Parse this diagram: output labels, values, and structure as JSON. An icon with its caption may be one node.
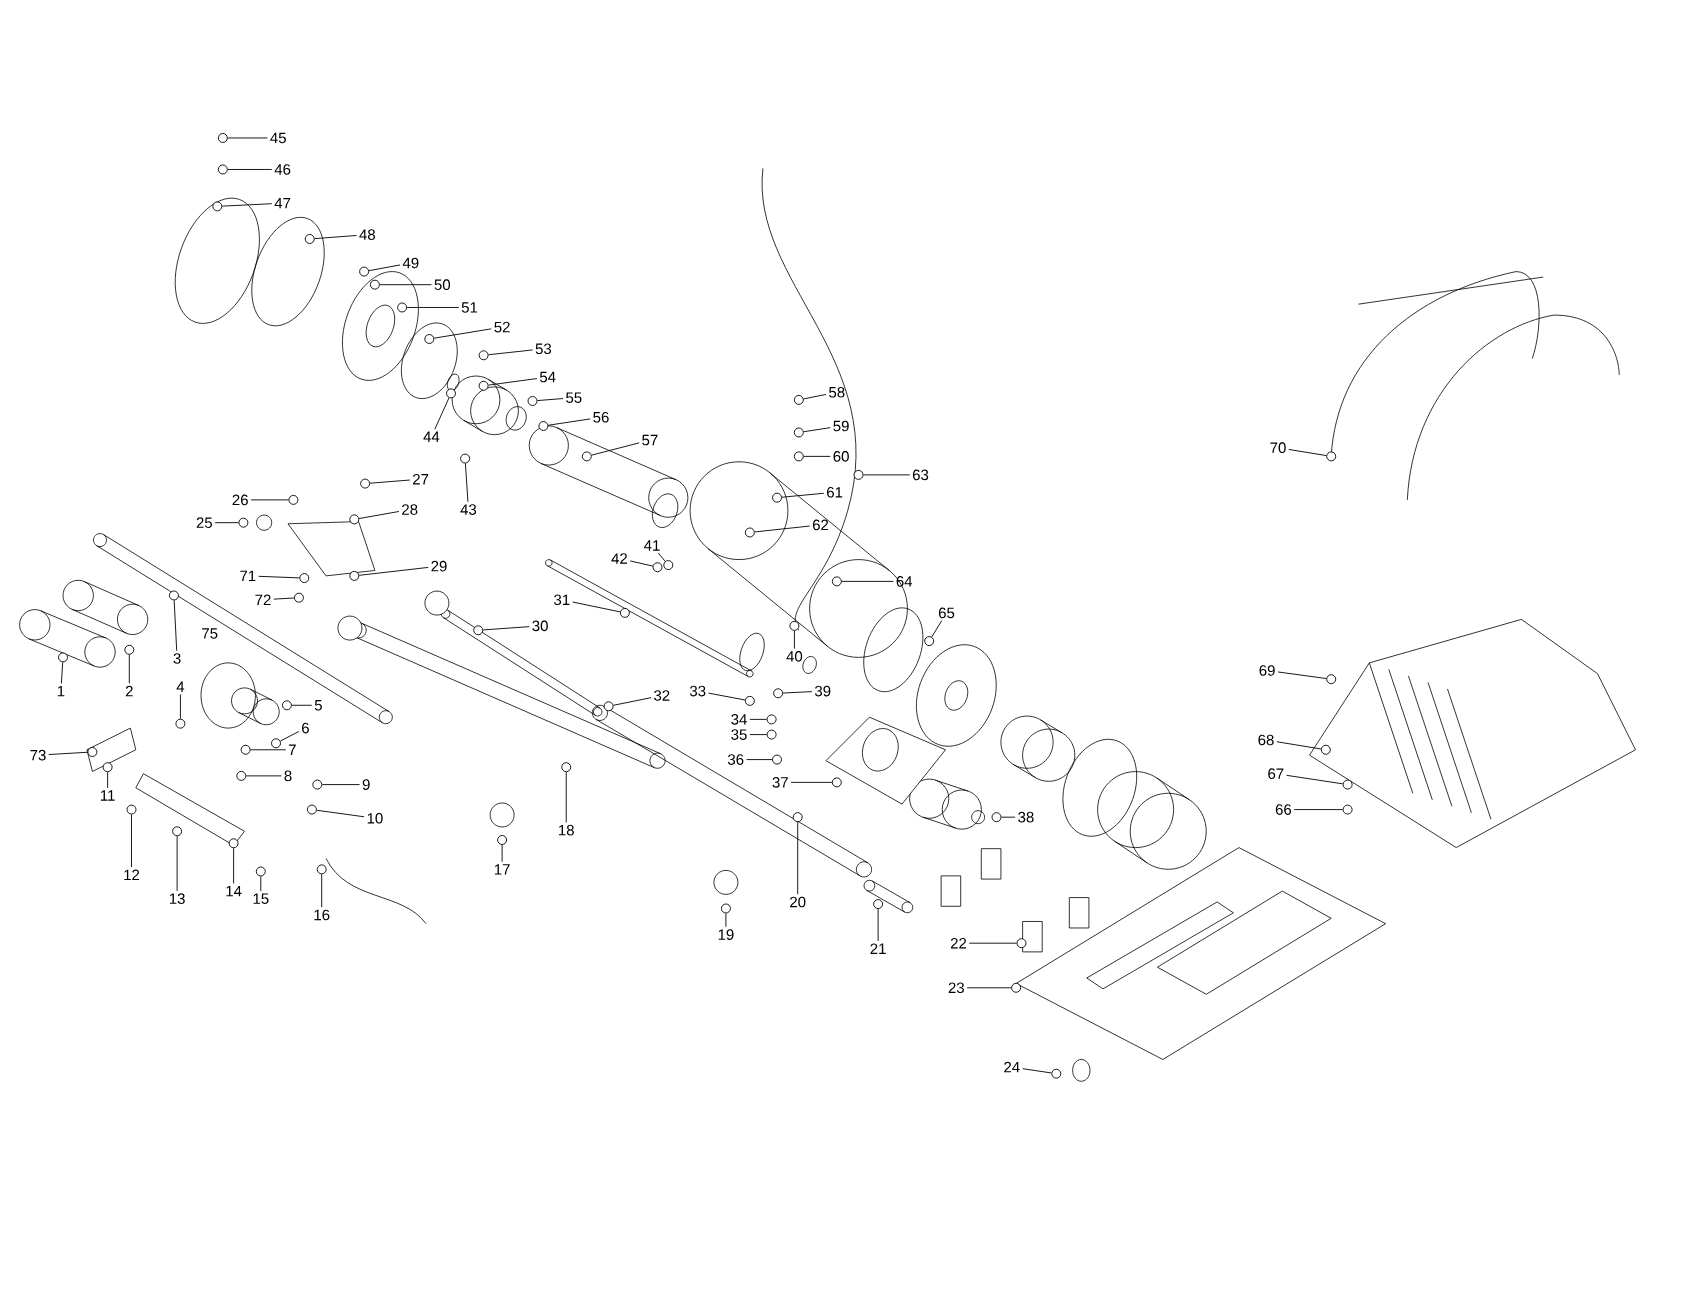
{
  "diagram": {
    "nodes": [
      {
        "text": [
          "1"
        ]
      },
      {
        "text": [
          "2"
        ]
      },
      {
        "text": [
          "3"
        ]
      },
      {
        "text": [
          "4"
        ]
      },
      {
        "text": [
          "5"
        ]
      },
      {
        "text": [
          "6"
        ]
      },
      {
        "text": [
          "7"
        ]
      },
      {
        "text": [
          "8"
        ]
      },
      {
        "text": [
          "9"
        ]
      },
      {
        "text": [
          "10"
        ]
      },
      {
        "text": [
          "11"
        ]
      },
      {
        "text": [
          "12"
        ]
      },
      {
        "text": [
          "13"
        ]
      },
      {
        "text": [
          "14"
        ]
      },
      {
        "text": [
          "15"
        ]
      },
      {
        "text": [
          "16"
        ]
      },
      {
        "text": [
          "17"
        ]
      },
      {
        "text": [
          "18"
        ]
      },
      {
        "text": [
          "19"
        ]
      },
      {
        "text": [
          "20"
        ]
      },
      {
        "text": [
          "21"
        ]
      },
      {
        "text": [
          "22"
        ]
      },
      {
        "text": [
          "23"
        ]
      },
      {
        "text": [
          "24"
        ]
      },
      {
        "text": [
          "25"
        ]
      },
      {
        "text": [
          "26"
        ]
      },
      {
        "text": [
          "27"
        ]
      },
      {
        "text": [
          "28"
        ]
      },
      {
        "text": [
          "29"
        ]
      },
      {
        "text": [
          "30"
        ]
      },
      {
        "text": [
          "31"
        ]
      },
      {
        "text": [
          "32"
        ]
      },
      {
        "text": [
          "33"
        ]
      },
      {
        "text": [
          "34"
        ]
      },
      {
        "text": [
          "35"
        ]
      },
      {
        "text": [
          "36"
        ]
      },
      {
        "text": [
          "37"
        ]
      },
      {
        "text": [
          "38"
        ]
      },
      {
        "text": [
          "39"
        ]
      },
      {
        "text": [
          "40"
        ]
      },
      {
        "text": [
          "41"
        ]
      },
      {
        "text": [
          "42"
        ]
      },
      {
        "text": [
          "43"
        ]
      },
      {
        "text": [
          "44"
        ]
      },
      {
        "text": [
          "45"
        ]
      },
      {
        "text": [
          "46"
        ]
      },
      {
        "text": [
          "47"
        ]
      },
      {
        "text": [
          "48"
        ]
      },
      {
        "text": [
          "49"
        ]
      },
      {
        "text": [
          "50"
        ]
      },
      {
        "text": [
          "51"
        ]
      },
      {
        "text": [
          "52"
        ]
      },
      {
        "text": [
          "53"
        ]
      },
      {
        "text": [
          "54"
        ]
      },
      {
        "text": [
          "55"
        ]
      },
      {
        "text": [
          "56"
        ]
      },
      {
        "text": [
          "57"
        ]
      },
      {
        "text": [
          "58"
        ]
      },
      {
        "text": [
          "59"
        ]
      },
      {
        "text": [
          "60"
        ]
      },
      {
        "text": [
          "61"
        ]
      },
      {
        "text": [
          "62"
        ]
      },
      {
        "text": [
          "63"
        ]
      },
      {
        "text": [
          "64"
        ]
      },
      {
        "text": [
          "65"
        ]
      },
      {
        "text": [
          "66"
        ]
      },
      {
        "text": [
          "67"
        ]
      },
      {
        "text": [
          "68"
        ]
      },
      {
        "text": [
          "69"
        ]
      },
      {
        "text": [
          "70"
        ]
      },
      {
        "text": [
          "71"
        ]
      },
      {
        "text": [
          "72"
        ]
      },
      {
        "text": [
          "73"
        ]
      },
      {
        "text": [
          "75"
        ]
      },
      {
        "text": [],
        "shape": "circle"
      },
      {
        "text": [],
        "shape": "circle"
      },
      {
        "text": [],
        "shape": "circle"
      },
      {
        "text": [],
        "shape": "circle"
      },
      {
        "text": [],
        "shape": "circle"
      },
      {
        "text": [],
        "shape": "circle"
      },
      {
        "text": [],
        "shape": "circle"
      },
      {
        "text": [],
        "shape": "circle"
      },
      {
        "text": [],
        "shape": "circle"
      },
      {
        "text": [],
        "shape": "circle"
      },
      {
        "text": [],
        "shape": "circle"
      },
      {
        "text": [],
        "shape": "circle"
      },
      {
        "text": [],
        "shape": "circle"
      },
      {
        "text": [],
        "shape": "circle"
      },
      {
        "text": [],
        "shape": "circle"
      },
      {
        "text": [],
        "shape": "circle"
      },
      {
        "text": [],
        "shape": "circle"
      },
      {
        "text": [],
        "shape": "circle"
      },
      {
        "text": [],
        "shape": "circle"
      },
      {
        "text": [],
        "shape": "circle"
      },
      {
        "text": [],
        "shape": "circle"
      },
      {
        "text": [],
        "shape": "circle"
      },
      {
        "text": [],
        "shape": "circle"
      },
      {
        "text": [],
        "shape": "circle"
      },
      {
        "text": [],
        "shape": "circle"
      },
      {
        "text": [],
        "shape": "circle"
      },
      {
        "text": [],
        "shape": "circle"
      },
      {
        "text": [],
        "shape": "circle"
      },
      {
        "text": [],
        "shape": "circle"
      },
      {
        "text": [],
        "shape": "circle"
      },
      {
        "text": [],
        "shape": "circle"
      },
      {
        "text": [],
        "shape": "circle"
      },
      {
        "text": [],
        "shape": "circle"
      },
      {
        "text": [],
        "shape": "circle"
      },
      {
        "text": [],
        "shape": "circle"
      },
      {
        "text": [],
        "shape": "circle"
      },
      {
        "text": [],
        "shape": "circle"
      },
      {
        "text": [],
        "shape": "circle"
      },
      {
        "text": [],
        "shape": "circle"
      },
      {
        "text": [],
        "shape": "circle"
      },
      {
        "text": [],
        "shape": "circle"
      },
      {
        "text": [],
        "shape": "circle"
      },
      {
        "text": [],
        "shape": "circle"
      },
      {
        "text": [],
        "shape": "circle"
      },
      {
        "text": [],
        "shape": "circle"
      },
      {
        "text": [],
        "shape": "circle"
      },
      {
        "text": [],
        "shape": "circle"
      },
      {
        "text": [],
        "shape": "circle"
      },
      {
        "text": [],
        "shape": "circle"
      },
      {
        "text": [],
        "shape": "circle"
      },
      {
        "text": [],
        "shape": "circle"
      },
      {
        "text": [],
        "shape": "circle"
      },
      {
        "text": [],
        "shape": "circle"
      },
      {
        "text": [],
        "shape": "circle"
      },
      {
        "text": [],
        "shape": "circle"
      },
      {
        "text": [],
        "shape": "circle"
      },
      {
        "text": [],
        "shape": "circle"
      },
      {
        "text": [],
        "shape": "circle"
      },
      {
        "text": [],
        "shape": "circle"
      },
      {
        "text": [],
        "shape": "circle"
      },
      {
        "text": [],
        "shape": "circle"
      },
      {
        "text": [],
        "shape": "circle"
      },
      {
        "text": [],
        "shape": "circle"
      },
      {
        "text": [],
        "shape": "circle"
      },
      {
        "text": [],
        "shape": "circle"
      },
      {
        "text": [],
        "shape": "circle"
      },
      {
        "text": [],
        "shape": "circle"
      },
      {
        "text": [],
        "shape": "circle"
      },
      {
        "text": [],
        "shape": "circle"
      },
      {
        "text": [],
        "shape": "circle"
      },
      {
        "text": [],
        "shape": "circle"
      },
      {
        "text": [],
        "shape": "circle"
      },
      {
        "text": [],
        "shape": "circle"
      }
    ],
    "edges": [
      {
        "from": 0,
        "to": 74,
        "arrow": "none"
      },
      {
        "from": 1,
        "to": 75,
        "arrow": "none"
      },
      {
        "from": 2,
        "to": 76,
        "arrow": "none"
      },
      {
        "from": 3,
        "to": 77,
        "arrow": "none"
      },
      {
        "from": 4,
        "to": 78,
        "arrow": "none"
      },
      {
        "from": 5,
        "to": 79,
        "arrow": "none"
      },
      {
        "from": 6,
        "to": 80,
        "arrow": "none"
      },
      {
        "from": 7,
        "to": 81,
        "arrow": "none"
      },
      {
        "from": 8,
        "to": 82,
        "arrow": "none"
      },
      {
        "from": 9,
        "to": 83,
        "arrow": "none"
      },
      {
        "from": 10,
        "to": 84,
        "arrow": "none"
      },
      {
        "from": 11,
        "to": 85,
        "arrow": "none"
      },
      {
        "from": 12,
        "to": 86,
        "arrow": "none"
      },
      {
        "from": 13,
        "to": 87,
        "arrow": "none"
      },
      {
        "from": 14,
        "to": 88,
        "arrow": "none"
      },
      {
        "from": 15,
        "to": 89,
        "arrow": "none"
      },
      {
        "from": 16,
        "to": 90,
        "arrow": "none"
      },
      {
        "from": 17,
        "to": 91,
        "arrow": "none"
      },
      {
        "from": 18,
        "to": 92,
        "arrow": "none"
      },
      {
        "from": 19,
        "to": 93,
        "arrow": "none"
      },
      {
        "from": 20,
        "to": 94,
        "arrow": "none"
      },
      {
        "from": 21,
        "to": 95,
        "arrow": "none"
      },
      {
        "from": 22,
        "to": 96,
        "arrow": "none"
      },
      {
        "from": 23,
        "to": 97,
        "arrow": "none"
      },
      {
        "from": 24,
        "to": 98,
        "arrow": "none"
      },
      {
        "from": 25,
        "to": 99,
        "arrow": "none"
      },
      {
        "from": 26,
        "to": 100,
        "arrow": "none"
      },
      {
        "from": 27,
        "to": 101,
        "arrow": "none"
      },
      {
        "from": 28,
        "to": 102,
        "arrow": "none"
      },
      {
        "from": 29,
        "to": 103,
        "arrow": "none"
      },
      {
        "from": 30,
        "to": 104,
        "arrow": "none"
      },
      {
        "from": 31,
        "to": 105,
        "arrow": "none"
      },
      {
        "from": 32,
        "to": 106,
        "arrow": "none"
      },
      {
        "from": 33,
        "to": 107,
        "arrow": "none"
      },
      {
        "from": 34,
        "to": 108,
        "arrow": "none"
      },
      {
        "from": 35,
        "to": 109,
        "arrow": "none"
      },
      {
        "from": 36,
        "to": 110,
        "arrow": "none"
      },
      {
        "from": 37,
        "to": 111,
        "arrow": "none"
      },
      {
        "from": 38,
        "to": 112,
        "arrow": "none"
      },
      {
        "from": 39,
        "to": 113,
        "arrow": "none"
      },
      {
        "from": 40,
        "to": 114,
        "arrow": "none"
      },
      {
        "from": 41,
        "to": 115,
        "arrow": "none"
      },
      {
        "from": 42,
        "to": 116,
        "arrow": "none"
      },
      {
        "from": 43,
        "to": 117,
        "arrow": "none"
      },
      {
        "from": 44,
        "to": 118,
        "arrow": "none"
      },
      {
        "from": 45,
        "to": 119,
        "arrow": "none"
      },
      {
        "from": 46,
        "to": 120,
        "arrow": "none"
      },
      {
        "from": 47,
        "to": 121,
        "arrow": "none"
      },
      {
        "from": 48,
        "to": 122,
        "arrow": "none"
      },
      {
        "from": 49,
        "to": 123,
        "arrow": "none"
      },
      {
        "from": 50,
        "to": 124,
        "arrow": "none"
      },
      {
        "from": 51,
        "to": 125,
        "arrow": "none"
      },
      {
        "from": 52,
        "to": 126,
        "arrow": "none"
      },
      {
        "from": 53,
        "to": 127,
        "arrow": "none"
      },
      {
        "from": 54,
        "to": 128,
        "arrow": "none"
      },
      {
        "from": 55,
        "to": 129,
        "arrow": "none"
      },
      {
        "from": 56,
        "to": 130,
        "arrow": "none"
      },
      {
        "from": 57,
        "to": 131,
        "arrow": "none"
      },
      {
        "from": 58,
        "to": 132,
        "arrow": "none"
      },
      {
        "from": 59,
        "to": 133,
        "arrow": "none"
      },
      {
        "from": 60,
        "to": 134,
        "arrow": "none"
      },
      {
        "from": 61,
        "to": 135,
        "arrow": "none"
      },
      {
        "from": 62,
        "to": 136,
        "arrow": "none"
      },
      {
        "from": 63,
        "to": 137,
        "arrow": "none"
      },
      {
        "from": 64,
        "to": 138,
        "arrow": "none"
      },
      {
        "from": 65,
        "to": 139,
        "arrow": "none"
      },
      {
        "from": 66,
        "to": 140,
        "arrow": "none"
      },
      {
        "from": 67,
        "to": 141,
        "arrow": "none"
      },
      {
        "from": 68,
        "to": 142,
        "arrow": "none"
      },
      {
        "from": 69,
        "to": 143,
        "arrow": "none"
      },
      {
        "from": 70,
        "to": 144,
        "arrow": "none"
      },
      {
        "from": 71,
        "to": 145,
        "arrow": "none"
      },
      {
        "from": 72,
        "to": 146,
        "arrow": "none"
      }
    ]
  }
}
